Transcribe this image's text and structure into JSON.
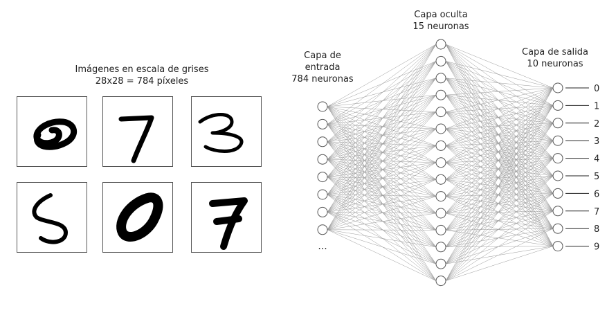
{
  "images_caption": {
    "line1": "Imágenes en escala de grises",
    "line2": "28x28 = 784 píxeles"
  },
  "digits": [
    "0",
    "7",
    "3",
    "5",
    "0",
    "7"
  ],
  "input_layer": {
    "line1": "Capa de",
    "line2": "entrada",
    "line3": "784 neuronas",
    "ellipsis": "...",
    "visible_nodes": 8
  },
  "hidden_layer": {
    "line1": "Capa oculta",
    "line2": "15 neuronas",
    "visible_nodes": 15
  },
  "output_layer": {
    "line1": "Capa de salida",
    "line2": "10 neuronas",
    "labels": [
      "0",
      "1",
      "2",
      "3",
      "4",
      "5",
      "6",
      "7",
      "8",
      "9"
    ]
  },
  "colors": {
    "edge": "#9a9a9a",
    "node_stroke": "#555555",
    "digit_ink": "#000000",
    "box_border": "#555555"
  }
}
